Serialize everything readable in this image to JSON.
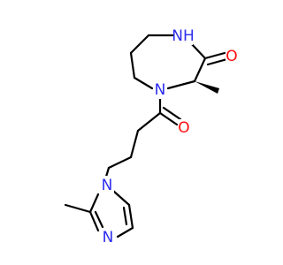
{
  "molecule": {
    "atoms": {
      "nh": {
        "symbol": "N",
        "hydrogen": "H",
        "color": "#2c2cf0"
      },
      "o_lactam": {
        "symbol": "O",
        "color": "#ff0d0d"
      },
      "n_ring": {
        "symbol": "N",
        "color": "#2c2cf0"
      },
      "o_acyl": {
        "symbol": "O",
        "color": "#ff0d0d"
      },
      "n_imid1": {
        "symbol": "N",
        "color": "#2c2cf0"
      },
      "n_imid3": {
        "symbol": "N",
        "color": "#2c2cf0"
      }
    }
  }
}
